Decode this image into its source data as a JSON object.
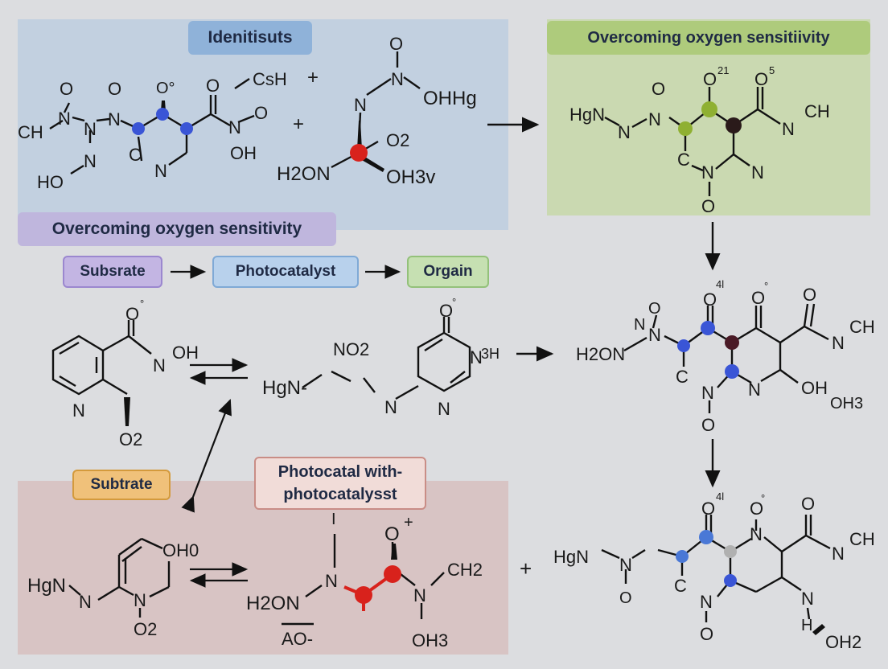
{
  "titles": {
    "blue_panel": "Idenitisuts",
    "green_panel": "Overcoming oxygen sensitiivity",
    "middle": "Overcoming oxygen sensitivity"
  },
  "flow": {
    "step1": "Subsrate",
    "step2": "Photocatalyst",
    "step3": "Orgain"
  },
  "pink_panel": {
    "substrate": "Subtrate",
    "photocat": "Photocatal with-photocatalysst"
  },
  "atoms": {
    "a1": "CH",
    "a2": "N",
    "a3": "N",
    "a4": "O",
    "a5": "N",
    "a6": "O",
    "a7": "N",
    "a8": "HO",
    "a9": "O°",
    "a10": "C",
    "a11": "N",
    "a12": "O",
    "a13": "N",
    "a14": "O",
    "a15": "OH",
    "a16": "CsH",
    "a17": "+",
    "a18": "+",
    "a19": "O",
    "a20": "N",
    "a21": "OHHg",
    "a22": "N",
    "a23": "O2",
    "a24": "H2ON",
    "a25": "OH3v",
    "b1": "HgN",
    "b2": "N",
    "b3": "N",
    "b4": "O",
    "b5": "O",
    "b6": "21",
    "b7": "O",
    "b8": "5",
    "b9": "N",
    "b10": "CH",
    "b11": "C",
    "b12": "N",
    "b13": "N",
    "b14": "O",
    "c1": "O",
    "c2": "°",
    "c3": "N",
    "c4": "OH",
    "c5": "N",
    "c6": "O2",
    "d1": "NO2",
    "d2": "HgN-",
    "d3": "N",
    "d4": "O",
    "d5": "°",
    "d6": "N",
    "d7": "3H",
    "d8": "N",
    "e1": "O",
    "e2": "4l",
    "e3": "O",
    "e4": "°",
    "e5": "N",
    "e6": "N",
    "e7": "O",
    "e8": "H2ON",
    "e9": "C",
    "e10": "N",
    "e11": "N",
    "e12": "O",
    "e13": "O",
    "e14": "N",
    "e15": "CH",
    "e16": "OH",
    "e17": "OH3",
    "f1": "O",
    "f2": "4l",
    "f3": "O",
    "f4": "°",
    "f5": "N",
    "f6": "O",
    "f7": "N",
    "f8": "CH",
    "f9": "HgN",
    "f10": "N",
    "f11": "O",
    "f12": "C",
    "f13": "N",
    "f14": "O",
    "f15": "N",
    "f16": "H",
    "f17": "OH2",
    "f18": "+",
    "g1": "OH0",
    "g2": "HgN",
    "g3": "N",
    "g4": "N",
    "g5": "O2",
    "h1": "I",
    "h2": "O",
    "h3": "+",
    "h4": "N",
    "h5": "H2ON",
    "h6": "N",
    "h7": "CH2",
    "h8": "OH3",
    "h9": "AO-"
  },
  "colors": {
    "blue_atom": "#3a55d6",
    "green_atom": "#8fb032",
    "red_atom": "#d8221c",
    "dark_atom": "#2a1a1a",
    "gray_atom": "#b0b0b0"
  }
}
